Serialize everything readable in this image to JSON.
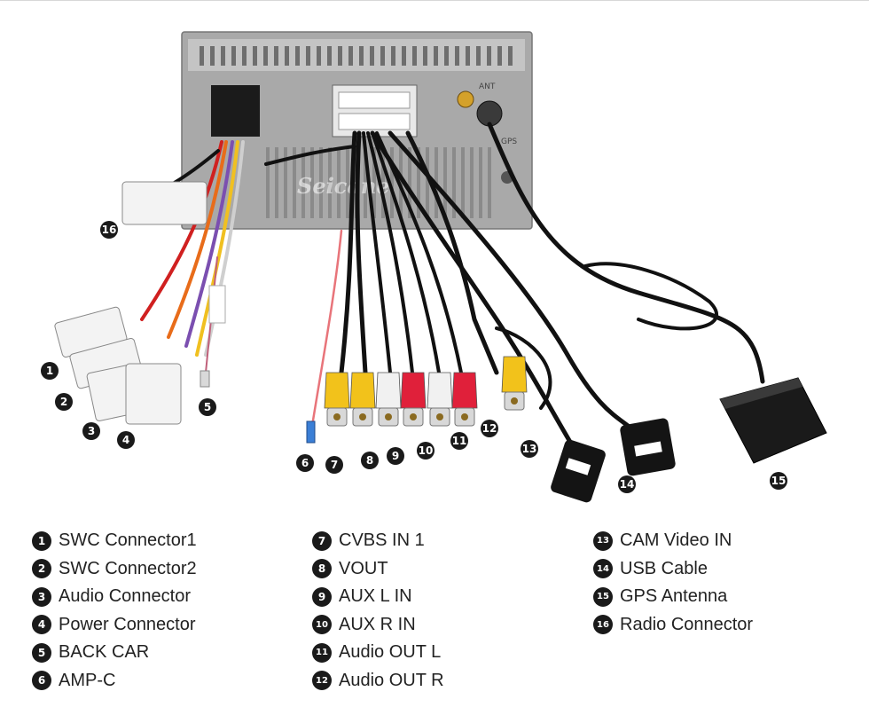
{
  "watermark": "Seicane",
  "unit_labels": {
    "ant": "ANT",
    "gps": "GPS"
  },
  "callouts": [
    {
      "num": "1",
      "label": "SWC Connector1"
    },
    {
      "num": "2",
      "label": "SWC Connector2"
    },
    {
      "num": "3",
      "label": "Audio Connector"
    },
    {
      "num": "4",
      "label": "Power Connector"
    },
    {
      "num": "5",
      "label": "BACK CAR"
    },
    {
      "num": "6",
      "label": "AMP-C"
    },
    {
      "num": "7",
      "label": "CVBS IN 1"
    },
    {
      "num": "8",
      "label": "VOUT"
    },
    {
      "num": "9",
      "label": "AUX L IN"
    },
    {
      "num": "10",
      "label": "AUX R IN"
    },
    {
      "num": "11",
      "label": "Audio OUT L"
    },
    {
      "num": "12",
      "label": "Audio OUT R"
    },
    {
      "num": "13",
      "label": "CAM Video IN"
    },
    {
      "num": "14",
      "label": "USB Cable"
    },
    {
      "num": "15",
      "label": "GPS Antenna"
    },
    {
      "num": "16",
      "label": "Radio Connector"
    }
  ],
  "colors": {
    "rca_yellow": "#f2c21b",
    "rca_red": "#e0203a",
    "rca_white": "#f1f1f1",
    "cable_black": "#111111",
    "unit_metal": "#b9b9b9"
  }
}
